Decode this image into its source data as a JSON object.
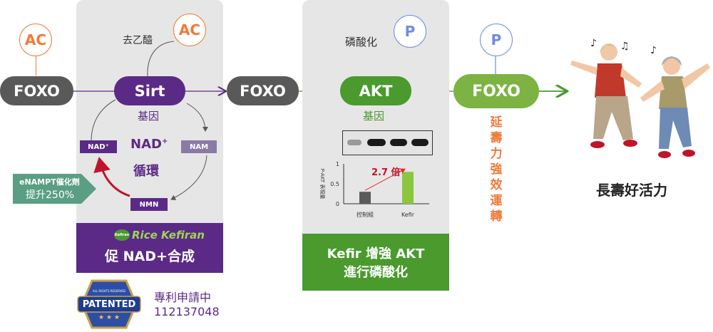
{
  "left_circle": "AC",
  "left_foxo": "FOXO",
  "panel1": {
    "deacetyl_label": "去乙醯",
    "ac_circle": "AC",
    "sirt": "Sirt",
    "gene_label": "基因",
    "nad_tag": "NAD⁺",
    "nam_tag": "NAM",
    "cycle_title_1": "NAD",
    "cycle_title_sup": "+",
    "cycle_title_2": "循環",
    "nmn_tag": "NMN",
    "enampt_label": "eNAMPT催化劑",
    "enampt_value": "提升250%",
    "brand": "Rice Kefiran",
    "brand_badge": "Kefiran",
    "footer": "促 NAD+合成"
  },
  "middle_foxo": "FOXO",
  "panel2": {
    "phos_label": "磷酸化",
    "p_circle": "P",
    "akt": "AKT",
    "gene_label": "基因",
    "footer_line1": "Kefir 增強 AKT",
    "footer_line2": "進行磷酸化"
  },
  "right_p": "P",
  "right_foxo": "FOXO",
  "vertical_text": "延壽力強效運轉",
  "longevity_label": "長壽好活力",
  "patent": {
    "badge_top": "ALL RIGHTS RESERVED",
    "badge_main": "PATENTED",
    "label": "專利申請中",
    "number": "112137048"
  },
  "chart_data": {
    "type": "bar",
    "categories": [
      "控制組",
      "Kefir"
    ],
    "values": [
      0.3,
      0.8
    ],
    "ylabel": "P-AKT 表現量",
    "ylim": [
      0,
      1
    ],
    "yticks": [
      "0",
      "0.5",
      "1"
    ],
    "annotation": "2.7 倍",
    "colors": [
      "#5a5a5a",
      "#8cc63f"
    ]
  },
  "colors": {
    "purple": "#5b2a86",
    "green": "#4a9a2e",
    "orange": "#f07a3a",
    "dark_gray": "#595959",
    "blue": "#6f8be8",
    "red": "#c0142b"
  }
}
